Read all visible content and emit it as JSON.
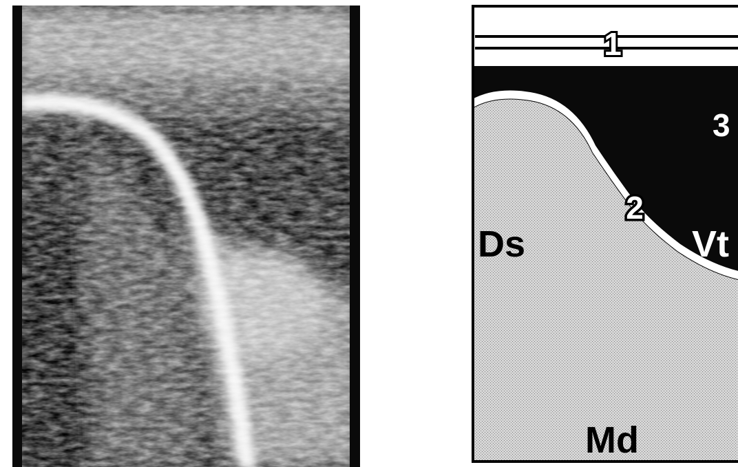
{
  "panel_left": {
    "image": "ultrasound-scan"
  },
  "panel_right": {
    "labels": {
      "layer_1": "1",
      "layer_2": "2",
      "layer_3": "3",
      "dorsal": "Ds",
      "ventral": "Vt",
      "medial": "Md"
    }
  },
  "colors": {
    "background": "#ffffff",
    "ink": "#000000",
    "stipple": "#c8c8c8"
  }
}
